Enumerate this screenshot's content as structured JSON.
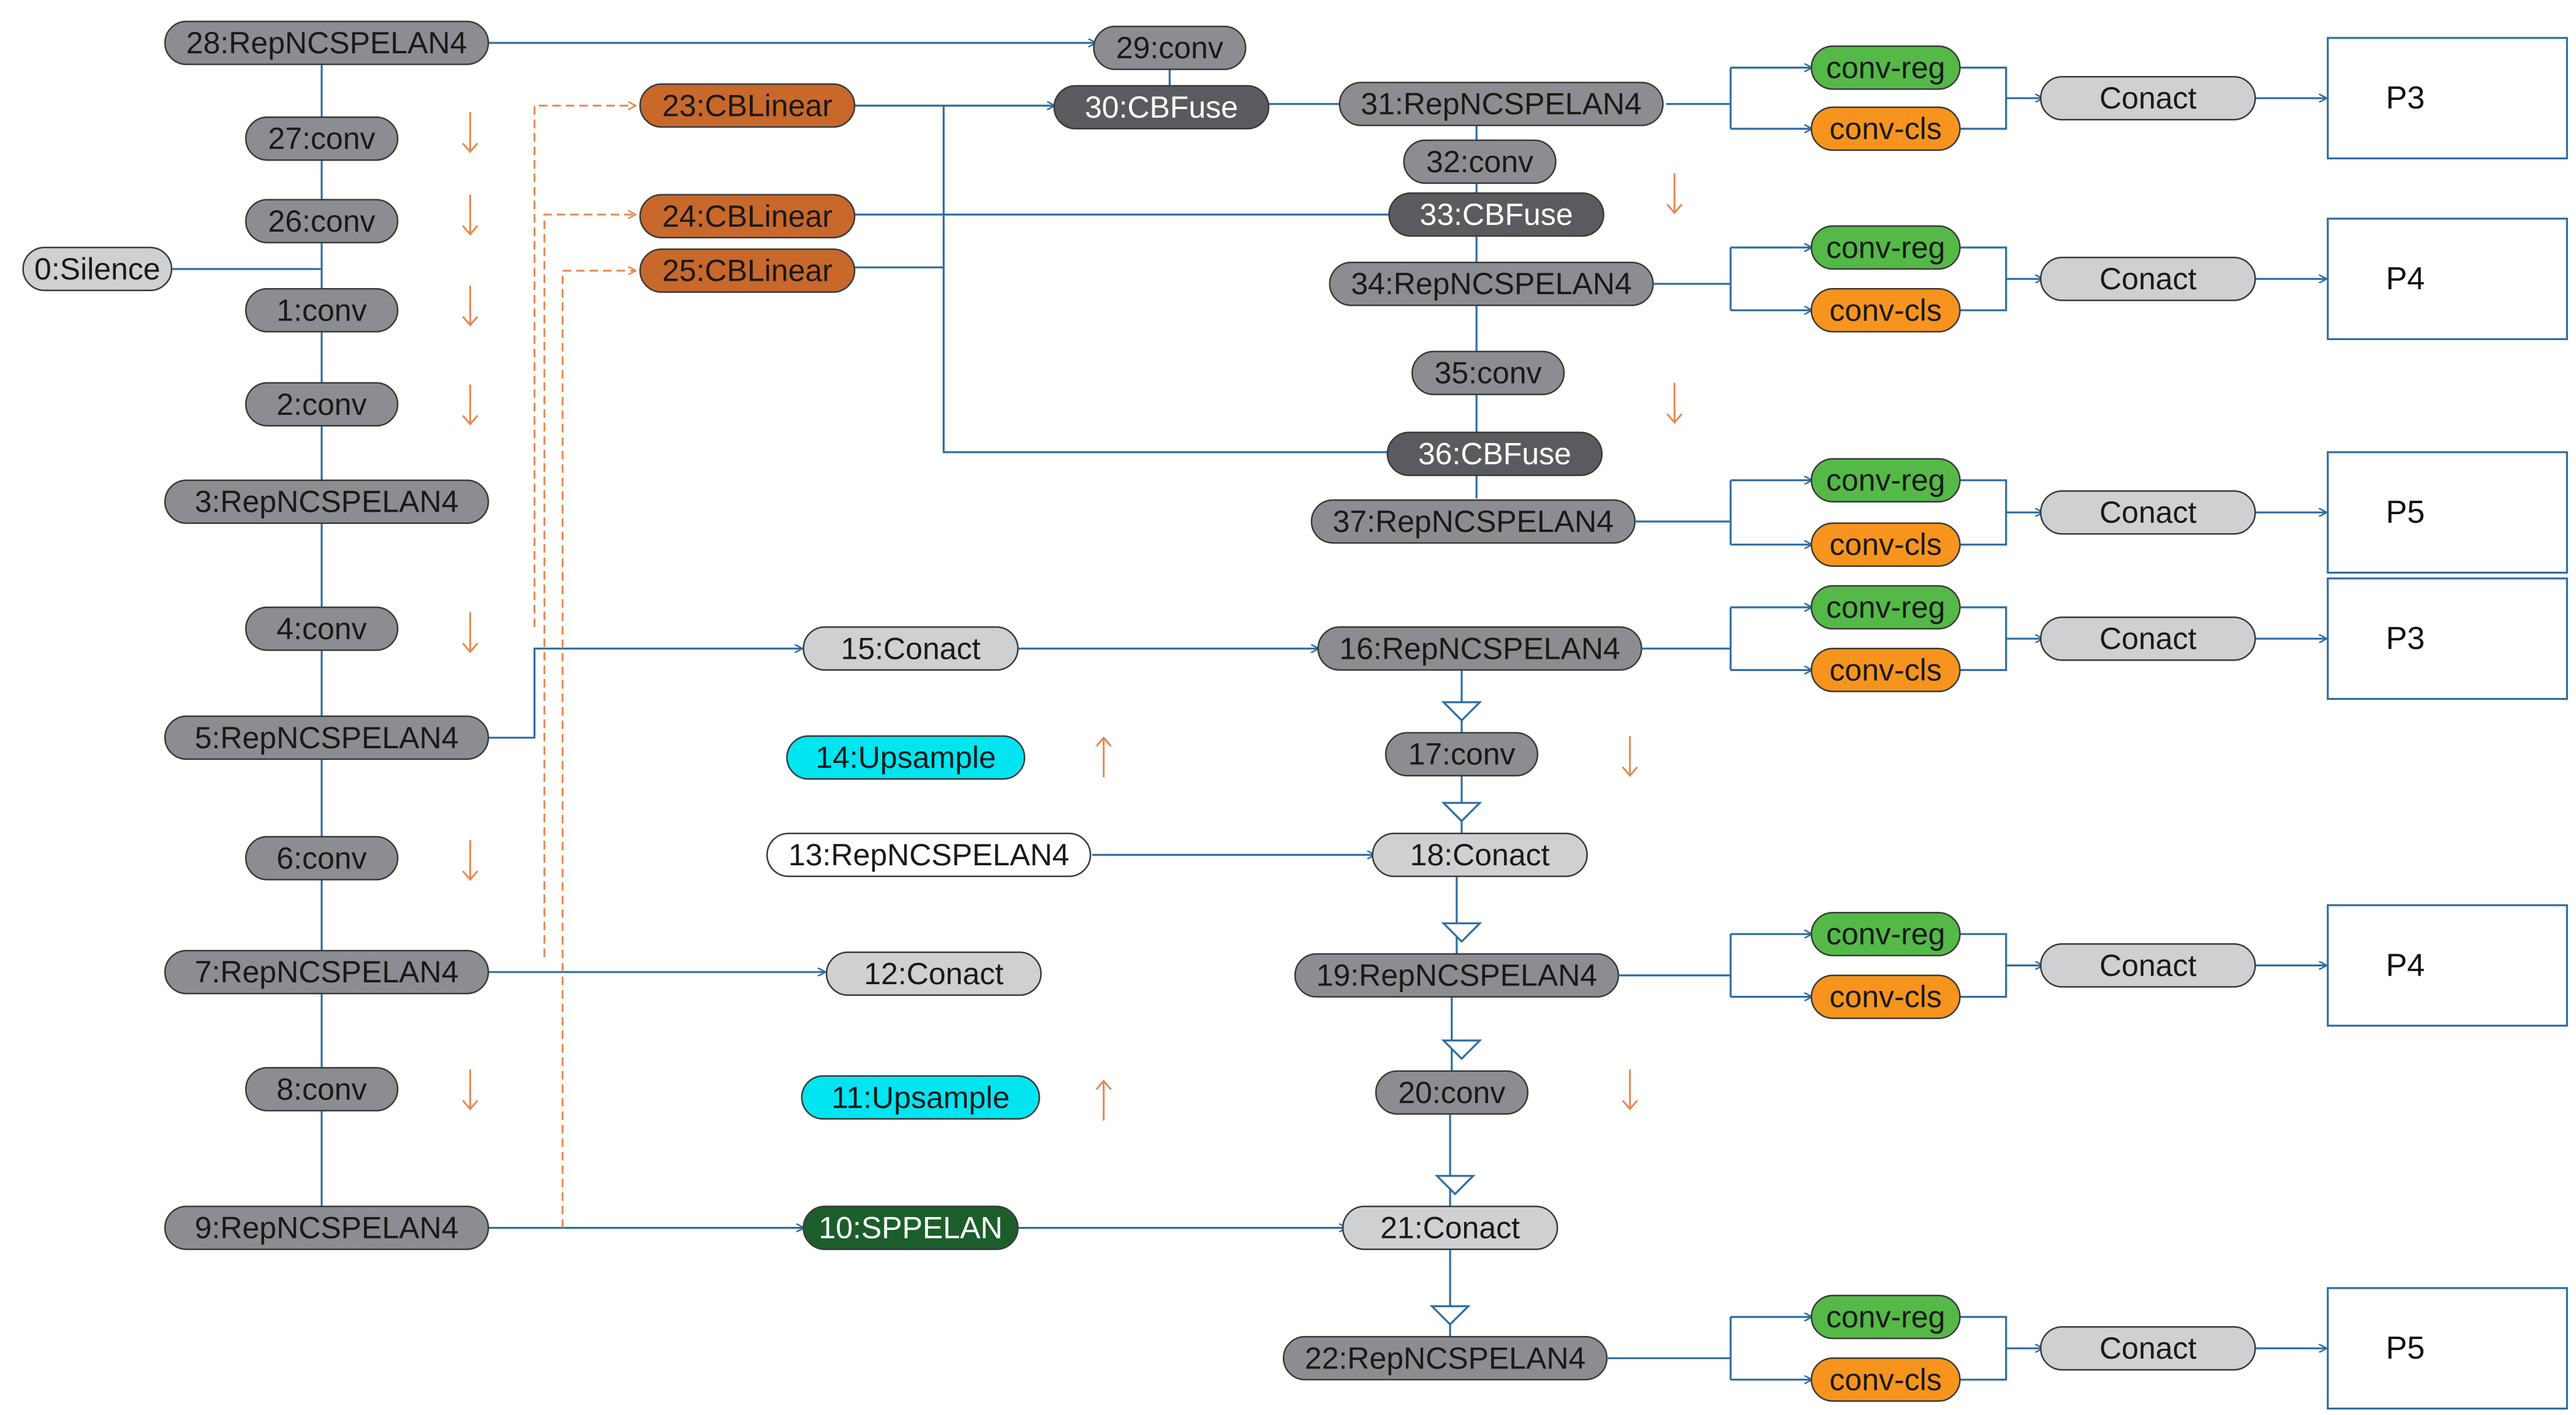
{
  "colors": {
    "gray": "#8c8d90",
    "light_gray": "#cfd0d2",
    "dark_gray": "#5a5b5e",
    "orange": "#c8682b",
    "dark_green": "#1b5e2b",
    "cyan": "#00e5f0",
    "white": "#ffffff",
    "green": "#54b947",
    "amber": "#f7941d",
    "line_blue": "#2e6da4",
    "line_orange": "#e8884f"
  },
  "nodes": [
    {
      "id": "n28",
      "label": "28:RepNCSPELAN4",
      "color": "gray"
    },
    {
      "id": "n27",
      "label": "27:conv",
      "color": "gray"
    },
    {
      "id": "n26",
      "label": "26:conv",
      "color": "gray"
    },
    {
      "id": "n0",
      "label": "0:Silence",
      "color": "light_gray"
    },
    {
      "id": "n1",
      "label": "1:conv",
      "color": "gray"
    },
    {
      "id": "n2",
      "label": "2:conv",
      "color": "gray"
    },
    {
      "id": "n3",
      "label": "3:RepNCSPELAN4",
      "color": "gray"
    },
    {
      "id": "n4",
      "label": "4:conv",
      "color": "gray"
    },
    {
      "id": "n5",
      "label": "5:RepNCSPELAN4",
      "color": "gray"
    },
    {
      "id": "n6",
      "label": "6:conv",
      "color": "gray"
    },
    {
      "id": "n7",
      "label": "7:RepNCSPELAN4",
      "color": "gray"
    },
    {
      "id": "n8",
      "label": "8:conv",
      "color": "gray"
    },
    {
      "id": "n9",
      "label": "9:RepNCSPELAN4",
      "color": "gray"
    },
    {
      "id": "n23",
      "label": "23:CBLinear",
      "color": "orange"
    },
    {
      "id": "n24",
      "label": "24:CBLinear",
      "color": "orange"
    },
    {
      "id": "n25",
      "label": "25:CBLinear",
      "color": "orange"
    },
    {
      "id": "n29",
      "label": "29:conv",
      "color": "gray"
    },
    {
      "id": "n30",
      "label": "30:CBFuse",
      "color": "dark_gray"
    },
    {
      "id": "n15",
      "label": "15:Conact",
      "color": "light_gray"
    },
    {
      "id": "n14",
      "label": "14:Upsample",
      "color": "cyan"
    },
    {
      "id": "n13",
      "label": "13:RepNCSPELAN4",
      "color": "white"
    },
    {
      "id": "n12",
      "label": "12:Conact",
      "color": "light_gray"
    },
    {
      "id": "n11",
      "label": "11:Upsample",
      "color": "cyan"
    },
    {
      "id": "n10",
      "label": "10:SPPELAN",
      "color": "dark_green"
    },
    {
      "id": "n31",
      "label": "31:RepNCSPELAN4",
      "color": "gray"
    },
    {
      "id": "n32",
      "label": "32:conv",
      "color": "gray"
    },
    {
      "id": "n33",
      "label": "33:CBFuse",
      "color": "dark_gray"
    },
    {
      "id": "n34",
      "label": "34:RepNCSPELAN4",
      "color": "gray"
    },
    {
      "id": "n35",
      "label": "35:conv",
      "color": "gray"
    },
    {
      "id": "n36",
      "label": "36:CBFuse",
      "color": "dark_gray"
    },
    {
      "id": "n37",
      "label": "37:RepNCSPELAN4",
      "color": "gray"
    },
    {
      "id": "n16",
      "label": "16:RepNCSPELAN4",
      "color": "gray"
    },
    {
      "id": "n17",
      "label": "17:conv",
      "color": "gray"
    },
    {
      "id": "n18",
      "label": "18:Conact",
      "color": "light_gray"
    },
    {
      "id": "n19",
      "label": "19:RepNCSPELAN4",
      "color": "gray"
    },
    {
      "id": "n20",
      "label": "20:conv",
      "color": "gray"
    },
    {
      "id": "n21",
      "label": "21:Conact",
      "color": "light_gray"
    },
    {
      "id": "n22",
      "label": "22:RepNCSPELAN4",
      "color": "gray"
    }
  ],
  "heads": [
    {
      "id": "h1",
      "reg_label": "conv-reg",
      "cls_label": "conv-cls",
      "concat_label": "Conact",
      "output_label": "P3"
    },
    {
      "id": "h2",
      "reg_label": "conv-reg",
      "cls_label": "conv-cls",
      "concat_label": "Conact",
      "output_label": "P4"
    },
    {
      "id": "h3",
      "reg_label": "conv-reg",
      "cls_label": "conv-cls",
      "concat_label": "Conact",
      "output_label": "P5"
    },
    {
      "id": "h4",
      "reg_label": "conv-reg",
      "cls_label": "conv-cls",
      "concat_label": "Conact",
      "output_label": "P3"
    },
    {
      "id": "h5",
      "reg_label": "conv-reg",
      "cls_label": "conv-cls",
      "concat_label": "Conact",
      "output_label": "P4"
    },
    {
      "id": "h6",
      "reg_label": "conv-reg",
      "cls_label": "conv-cls",
      "concat_label": "Conact",
      "output_label": "P5"
    }
  ]
}
